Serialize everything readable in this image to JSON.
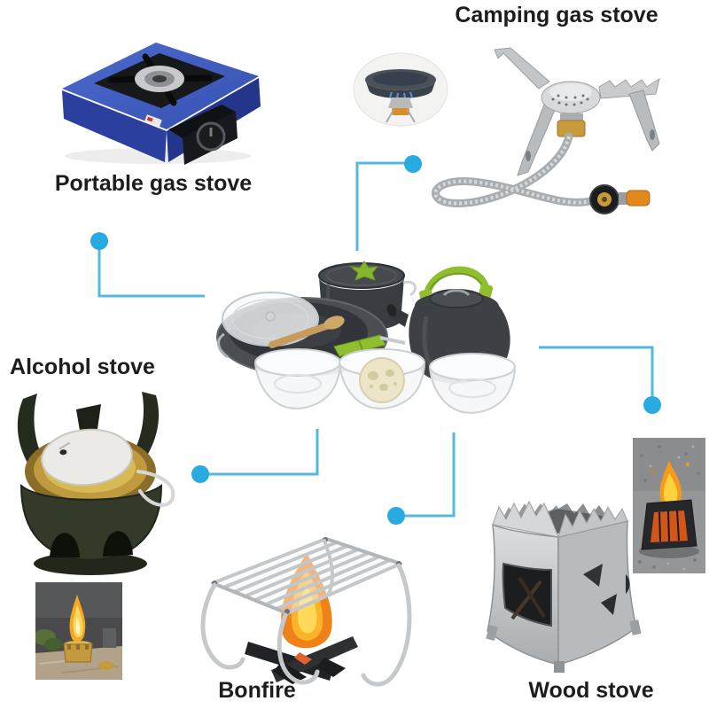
{
  "collage": {
    "type": "product-compatibility-collage",
    "center_product": {
      "name": "camping-cookware-set",
      "pieces": [
        "pot-with-lid",
        "kettle",
        "frying-pan",
        "clear-lid",
        "wooden-spatula",
        "plastic-bowl-left",
        "plastic-bowl-middle",
        "plastic-bowl-right",
        "loofah-sponge"
      ],
      "handle_color": "#8fbe2f",
      "cookware_color": "#3c4045"
    },
    "items": [
      {
        "id": "portable-gas-stove",
        "label": "Portable gas stove",
        "image": "blue-cassette-gas-stove-photo"
      },
      {
        "id": "camping-gas-stove",
        "label": "Camping gas stove",
        "image": "folding-gas-burner-with-hose-photo",
        "inset": "stove-in-use-circular-photo"
      },
      {
        "id": "alcohol-stove",
        "label": "Alcohol stove",
        "image": "brass-alcohol-burner-with-stand-photo",
        "inset": "burning-alcohol-burner-photo"
      },
      {
        "id": "bonfire",
        "label": "Bonfire",
        "image": "folding-campfire-grill-photo"
      },
      {
        "id": "wood-stove",
        "label": "Wood stove",
        "image": "stainless-folding-wood-stove-photo",
        "inset": "wood-stove-burning-photo"
      }
    ],
    "connectors": [
      {
        "from": "portable-gas-stove",
        "to": "camping-cookware-set"
      },
      {
        "from": "camping-gas-stove",
        "to": "camping-cookware-set"
      },
      {
        "from": "alcohol-stove",
        "to": "camping-cookware-set"
      },
      {
        "from": "bonfire",
        "to": "camping-cookware-set"
      },
      {
        "from": "wood-stove",
        "to": "camping-cookware-set"
      }
    ]
  },
  "colors": {
    "background": "#ffffff",
    "connector_dot": "#29abe2",
    "connector_line": "#54b9dd",
    "label_text": "#1d1d1d",
    "portable_stove_blue": "#3a52b4",
    "handle_green": "#8fbe2f",
    "cookware_gray": "#3c4045",
    "brass_gold": "#c9a845",
    "steel_silver": "#c6c9cc",
    "flame_orange": "#f08018"
  }
}
